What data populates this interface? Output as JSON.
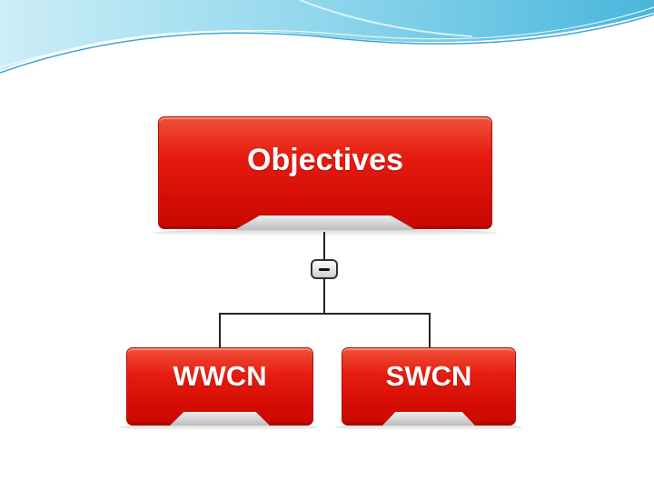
{
  "diagram": {
    "root": {
      "label": "Objectives"
    },
    "children": [
      {
        "label": "WWCN"
      },
      {
        "label": "SWCN"
      }
    ],
    "toggle_icon": "minus-icon"
  },
  "colors": {
    "node_red": "#e61c10",
    "connector": "#222222",
    "header_wave": "#5bc0de"
  }
}
